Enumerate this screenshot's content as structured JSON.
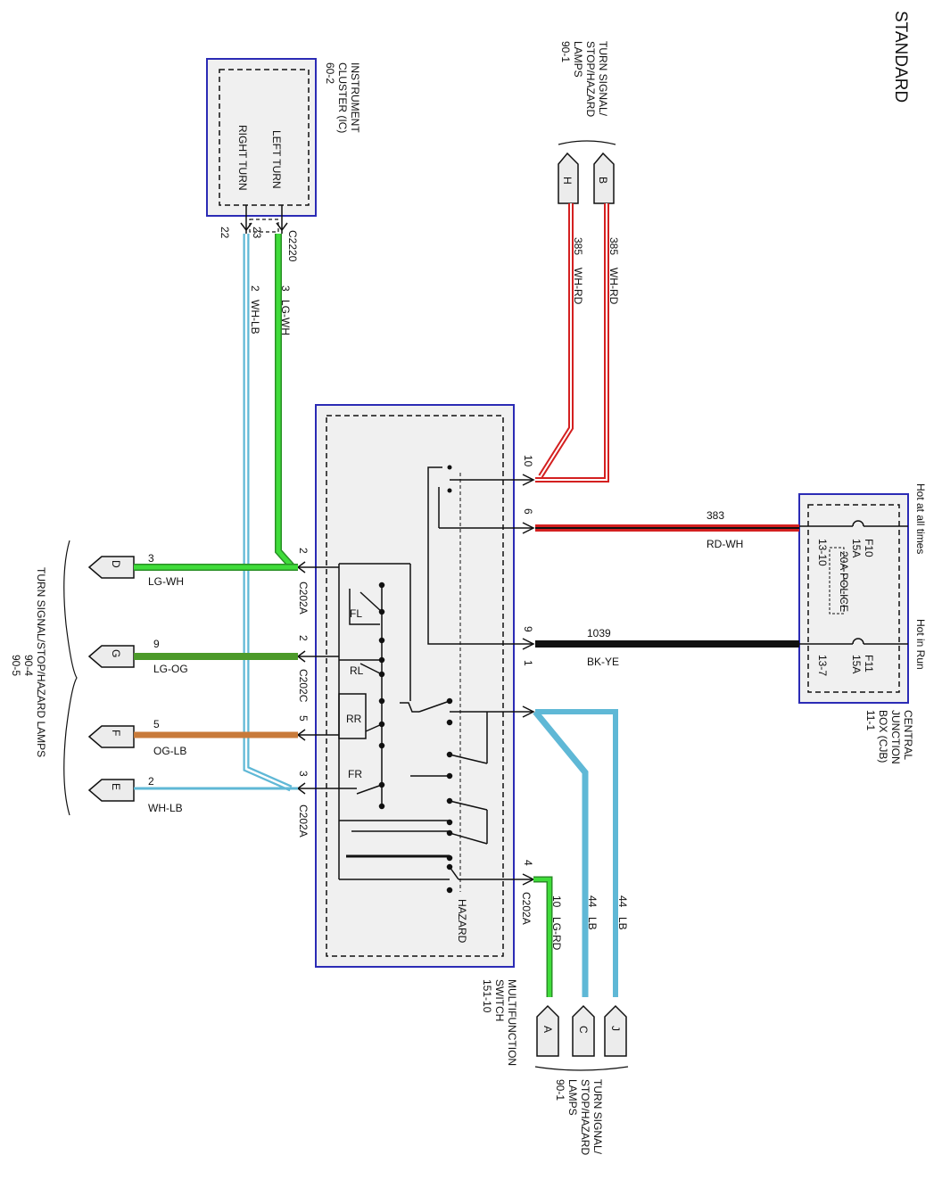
{
  "title": "STANDARD",
  "colors": {
    "box_border": "#2b2bb5",
    "box_fill": "#f0f0f0",
    "lg": "#3fdc3a",
    "lg_dark": "#4c9a2a",
    "lb": "#5fb8d6",
    "lb_light": "#9dd7ea",
    "red": "#d42020",
    "black": "#111111",
    "orange": "#c87a3a"
  },
  "instrument_cluster": {
    "label_lines": [
      "INSTRUMENT",
      "CLUSTER (IC)",
      "60-2"
    ],
    "left_turn": "LEFT TURN",
    "right_turn": "RIGHT TURN",
    "connector": "C2220",
    "pin_left": "23",
    "pin_right": "22"
  },
  "rear_lamps": {
    "label_lines": [
      "TURN SIGNAL/",
      "STOP/HAZARD",
      "LAMPS",
      "90-1"
    ],
    "conn_b": "B",
    "conn_h": "H",
    "wire_b_circuit": "385",
    "wire_b_color": "WH-RD",
    "wire_h_circuit": "385",
    "wire_h_color": "WH-RD"
  },
  "ic_wires": {
    "lg_circuit": "3",
    "lg_color": "LG-WH",
    "wb_circuit": "2",
    "wb_color": "WH-LB"
  },
  "cjb": {
    "label_lines": [
      "CENTRAL",
      "JUNCTION",
      "BOX (CJB)",
      "11-1"
    ],
    "hot_all": "Hot at all times",
    "hot_run": "Hot in Run",
    "f10_lines": [
      "F10",
      "15A",
      "13-10"
    ],
    "f10_police": "20A POLICE",
    "f11_lines": [
      "F11",
      "15A",
      "13-7"
    ]
  },
  "supply_wires": {
    "w383_circuit": "383",
    "w383_color": "RD-WH",
    "w1039_circuit": "1039",
    "w1039_color": "BK-YE"
  },
  "mfs": {
    "label_lines": [
      "MULTIFUNCTION",
      "SWITCH",
      "151-10"
    ],
    "pin10": "10",
    "pin6": "6",
    "pin9": "9",
    "pin1": "1",
    "pin4": "4",
    "conn_c202a_bottom": "C202A",
    "hazard": "HAZARD",
    "fl": "FL",
    "rl": "RL",
    "rr": "RR",
    "fr": "FR",
    "pin_d": "2",
    "pin_g": "2",
    "pin_f": "5",
    "pin_e": "3",
    "conn_d": "C202A",
    "conn_g": "C202C",
    "conn_e": "C202A"
  },
  "left_lamps": {
    "label_lines": [
      "TURN SIGNAL/STOP/HAZARD LAMPS",
      "90-4",
      "90-5"
    ],
    "conn_d": "D",
    "conn_g": "G",
    "conn_f": "F",
    "conn_e": "E",
    "wire_d_circuit": "3",
    "wire_d_color": "LG-WH",
    "wire_g_circuit": "9",
    "wire_g_color": "LG-OG",
    "wire_f_circuit": "5",
    "wire_f_color": "OG-LB",
    "wire_e_circuit": "2",
    "wire_e_color": "WH-LB"
  },
  "bottom_lamps": {
    "label_lines": [
      "TURN SIGNAL/",
      "STOP/HAZARD",
      "LAMPS",
      "90-1"
    ],
    "conn_a": "A",
    "conn_c": "C",
    "conn_j": "J",
    "wire_a_circuit": "10",
    "wire_a_color": "LG-RD",
    "wire_c_circuit": "44",
    "wire_c_color": "LB",
    "wire_j_circuit": "44",
    "wire_j_color": "LB"
  }
}
